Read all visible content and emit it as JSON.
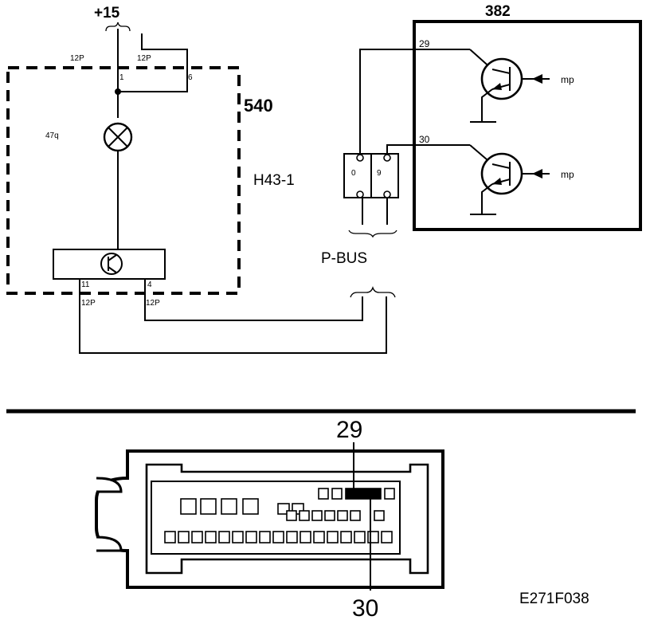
{
  "supply_label": "+15",
  "module_540": {
    "label": "540",
    "component_label": "H43-1",
    "lamp_label": "47q",
    "pin_1": "1",
    "pin_6": "6",
    "pin_11": "11",
    "pin_4": "4",
    "connector_top_left": "12P",
    "connector_top_right": "12P",
    "connector_bottom_left": "12P",
    "connector_bottom_right": "12P"
  },
  "module_382": {
    "label": "382",
    "pin_29": "29",
    "pin_30": "30",
    "input_top": "mp",
    "input_bottom": "mp"
  },
  "bus_connector": {
    "pin_left": "0",
    "pin_right": "9",
    "bus_label": "P-BUS"
  },
  "connector_view": {
    "callout_top": "29",
    "callout_bottom": "30"
  },
  "figure_code": "E271F038"
}
